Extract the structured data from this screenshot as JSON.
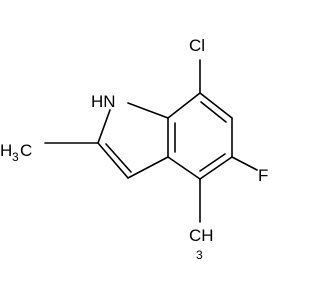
{
  "molecule": {
    "atoms": {
      "chlorine": "Cl",
      "fluorine": "F",
      "nitrogen_h": "HN",
      "methyl_left_h": "H",
      "methyl_left_sub": "3",
      "methyl_left_c": "C",
      "methyl_bottom_c": "CH",
      "methyl_bottom_sub": "3"
    },
    "colors": {
      "bond": "#000000",
      "label": "#000000",
      "background": "#ffffff"
    }
  }
}
